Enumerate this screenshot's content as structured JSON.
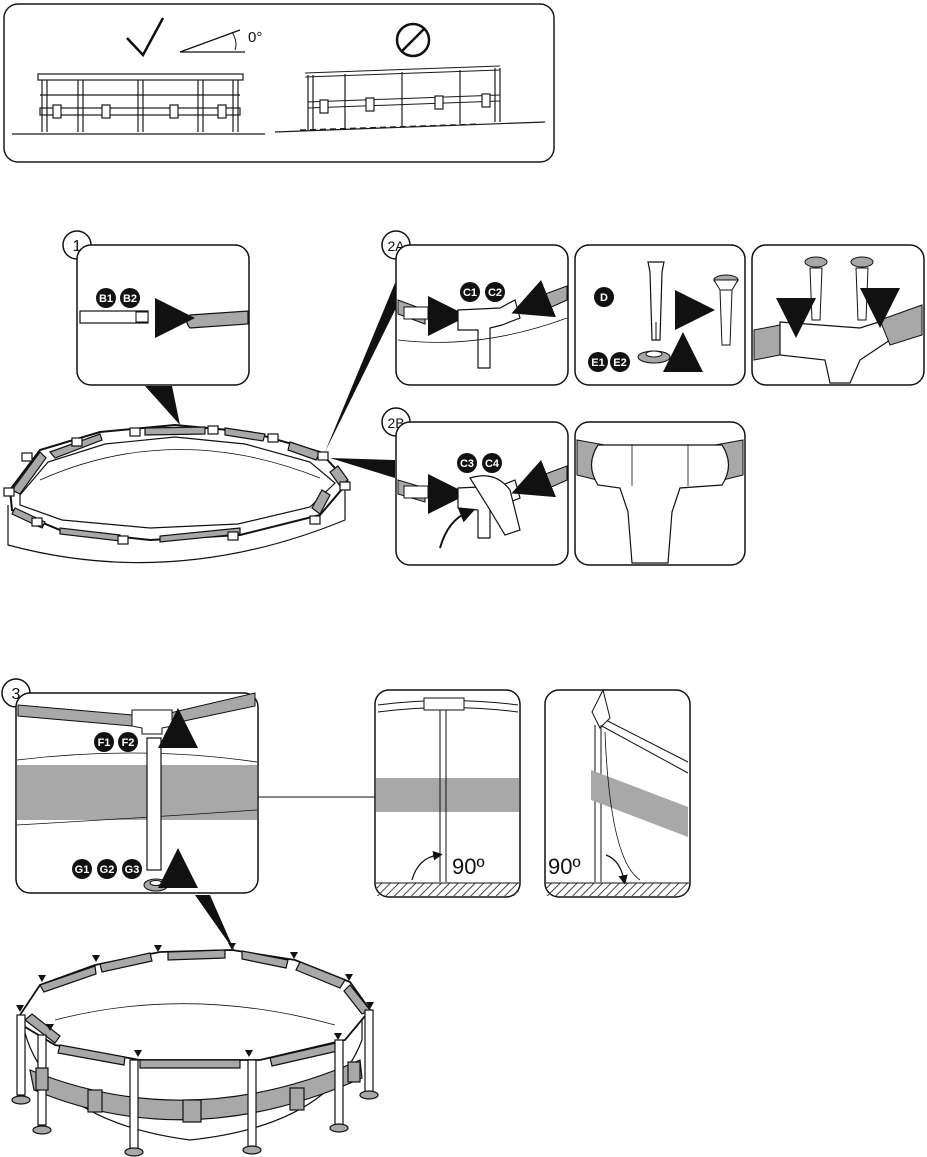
{
  "colors": {
    "ink": "#1a1a1a",
    "band": "#a8a8a8",
    "hatch": "#444444",
    "bg": "#ffffff"
  },
  "icons": {
    "ok": "check-icon",
    "bad": "prohibited-icon",
    "arrow": "arrow-icon"
  },
  "top": {
    "angle": "0°"
  },
  "step1": {
    "num": "1",
    "b1": "B1",
    "b2": "B2"
  },
  "step2a": {
    "num": "2A",
    "c1": "C1",
    "c2": "C2",
    "d": "D",
    "e1": "E1",
    "e2": "E2"
  },
  "step2b": {
    "num": "2B",
    "c3": "C3",
    "c4": "C4"
  },
  "step3": {
    "num": "3",
    "f1": "F1",
    "f2": "F2",
    "g1": "G1",
    "g2": "G2",
    "g3": "G3",
    "angle_left": "90º",
    "angle_right": "90º"
  }
}
